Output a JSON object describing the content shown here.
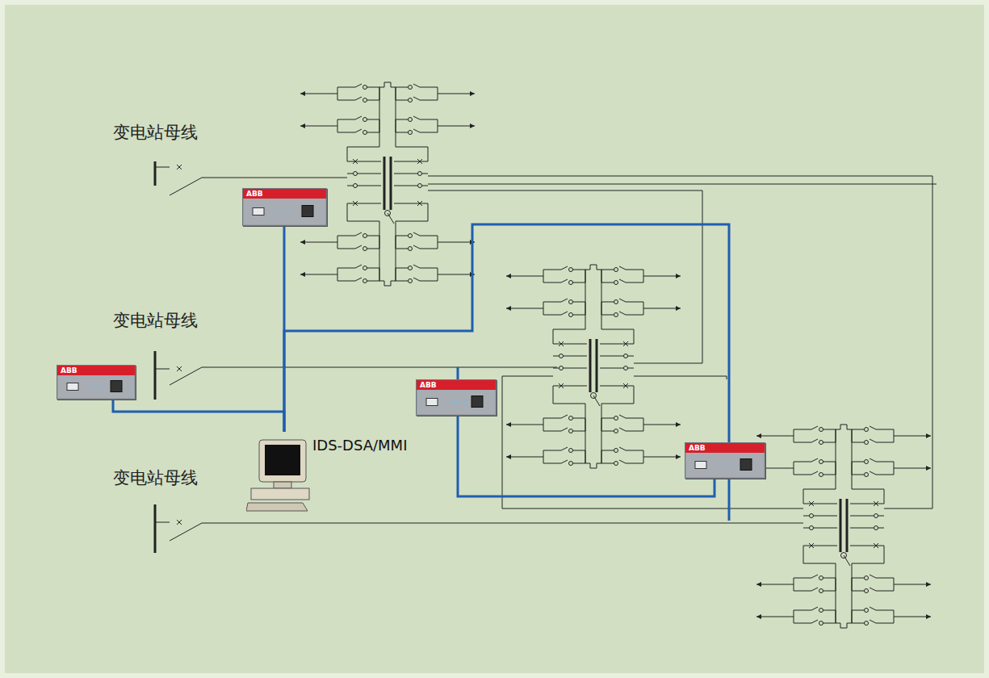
{
  "diagram": {
    "nodes": [
      {
        "text": [
          "ABB"
        ]
      },
      {
        "text": [
          "ABB"
        ]
      },
      {
        "text": [
          "IDS-DSA/MMI"
        ]
      },
      {
        "text": [
          "ABB"
        ]
      },
      {
        "text": [
          "ABB"
        ]
      }
    ],
    "edges": [
      {
        "from": 0,
        "to": 2,
        "arrow": "none"
      },
      {
        "from": 1,
        "to": 2,
        "arrow": "none"
      },
      {
        "from": 4,
        "to": 2,
        "arrow": "none"
      },
      {
        "from": 3,
        "to": 4,
        "arrow": "none"
      }
    ],
    "labels": [
      "变电站母线",
      "变电站母线",
      "变电站母线"
    ]
  }
}
